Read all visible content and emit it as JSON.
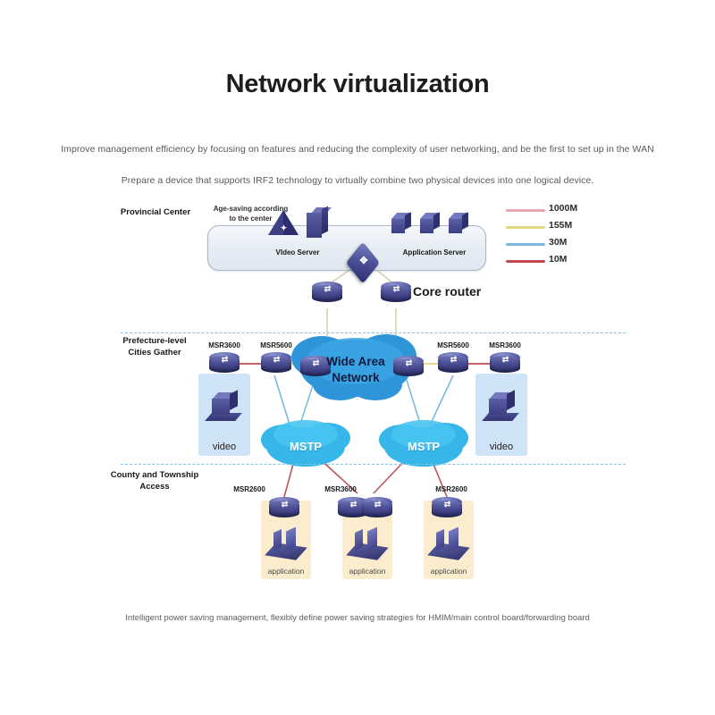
{
  "header": {
    "title": "Network virtualization",
    "line1": "Improve management efficiency by focusing on features and reducing the complexity of user networking, and be the first to set up in the WAN",
    "line2": "Prepare a device that supports IRF2 technology to virtually combine two physical devices into one logical device."
  },
  "footer": {
    "note": "Intelligent power saving management, flexibly define power saving strategies for HMIM/main control board/forwarding board"
  },
  "tiers": [
    {
      "label": "Provincial Center"
    },
    {
      "label": "Prefecture-level\nCities Gather"
    },
    {
      "label": "County and Township\nAccess"
    }
  ],
  "center": {
    "note": "Age-saving according\nto the center",
    "video_server": "VIdeo Server",
    "application_server": "Application Server",
    "core_router": "Core router"
  },
  "clouds": {
    "wan": "Wide Area\nNetwork",
    "mstp_left": "MSTP",
    "mstp_right": "MSTP"
  },
  "middle_routers": [
    {
      "label": "MSR3600"
    },
    {
      "label": "MSR5600"
    },
    {
      "label": "MSR5600"
    },
    {
      "label": "MSR3600"
    }
  ],
  "video_panels": [
    {
      "label": "video"
    },
    {
      "label": "video"
    }
  ],
  "access_routers": [
    {
      "label": "MSR2600"
    },
    {
      "label": "MSR3600"
    },
    {
      "label": "MSR2600"
    }
  ],
  "application_panels": [
    {
      "label": "application"
    },
    {
      "label": "application"
    },
    {
      "label": "application"
    }
  ],
  "legend": [
    {
      "label": "1000M",
      "color": "#e8a6b0"
    },
    {
      "label": "155M",
      "color": "#e3d77f"
    },
    {
      "label": "30M",
      "color": "#7ab8e0"
    },
    {
      "label": "10M",
      "color": "#c1484f"
    }
  ],
  "icons": {
    "router": "router-icon",
    "switch": "switch-icon",
    "server": "server-icon",
    "cloud": "cloud-icon"
  },
  "colors": {
    "divider": "#7fc4e8",
    "wan_cloud": "#2e95d8",
    "mstp_cloud": "#37b6e9",
    "video_panel": "#cfe3f7",
    "app_panel": "#fbeccd"
  }
}
